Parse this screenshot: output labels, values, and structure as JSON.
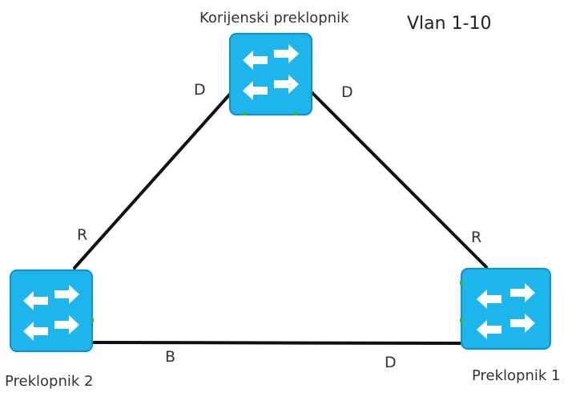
{
  "colors": {
    "link": "#111111",
    "switch_fill": "#1eb4ec",
    "switch_border": "#0f93c6",
    "arrow": "#ffffff",
    "port_led": "#2fbf3a"
  },
  "switches": {
    "root": {
      "name": "Korijenski preklopnik",
      "icon": "switch-icon"
    },
    "sw1": {
      "name": "Preklopnik 1",
      "icon": "switch-icon"
    },
    "sw2": {
      "name": "Preklopnik 2",
      "icon": "switch-icon"
    }
  },
  "vlan_label": "Vlan 1-10",
  "ports": {
    "root_left": "D",
    "root_right": "D",
    "sw2_top": "R",
    "sw1_top": "R",
    "sw2_bottom": "B",
    "sw1_bottom": "D"
  }
}
